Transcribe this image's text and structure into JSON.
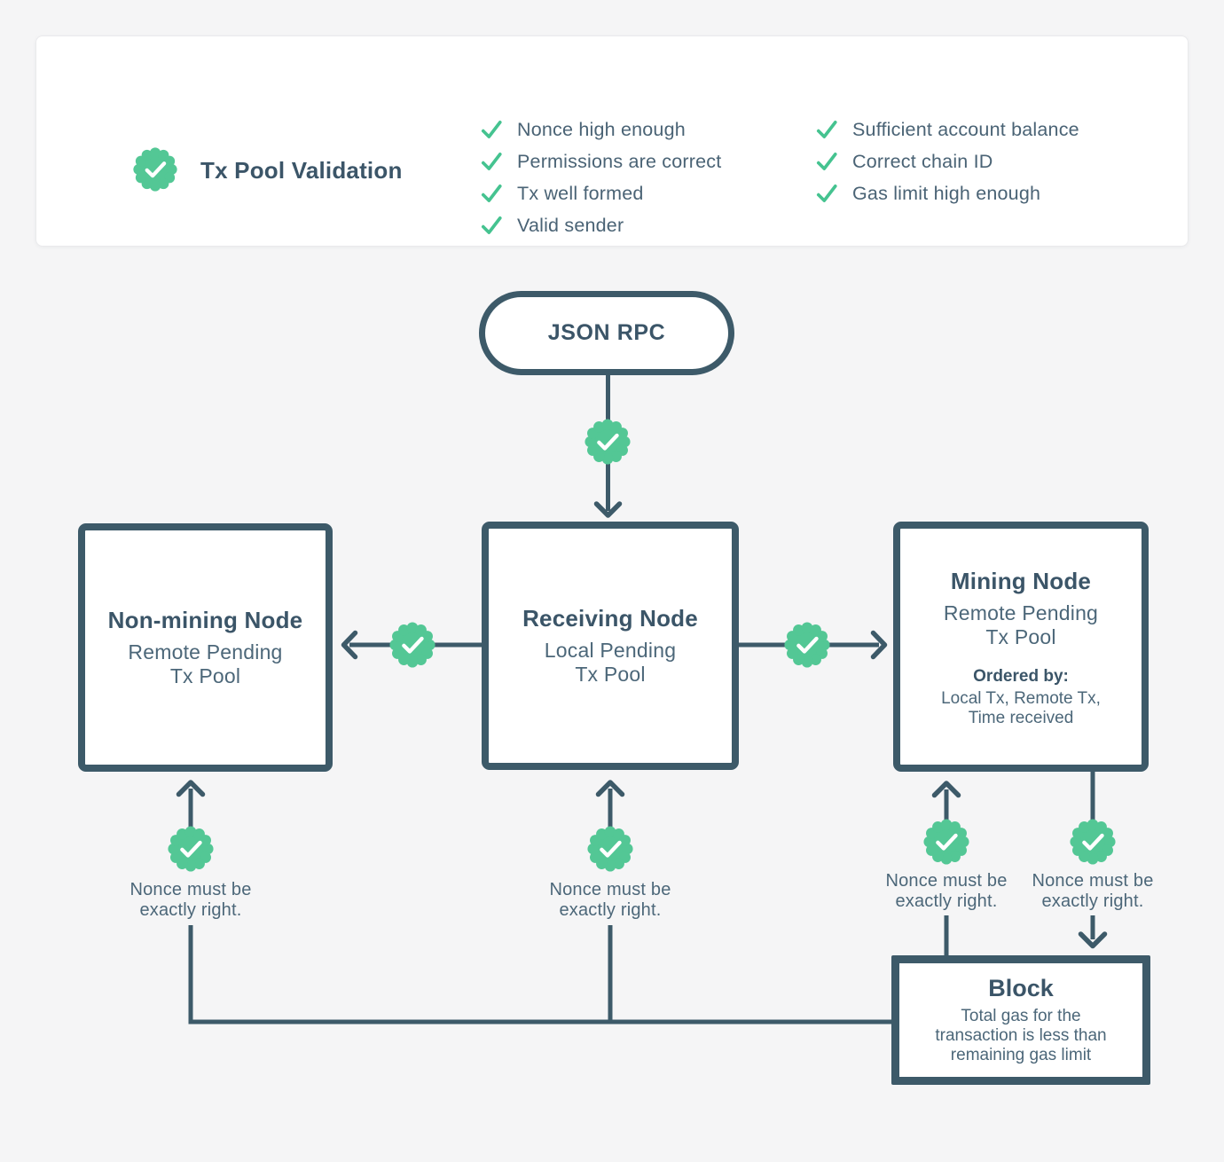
{
  "colors": {
    "accent_green": "#53c795",
    "slate": "#3d5a69",
    "background": "#f5f5f6",
    "card_background": "#ffffff"
  },
  "validation_card": {
    "title": "Tx Pool Validation",
    "checks_left": [
      "Nonce high enough",
      "Permissions are correct",
      "Tx well formed",
      "Valid sender"
    ],
    "checks_right": [
      "Sufficient account balance",
      "Correct chain ID",
      "Gas limit high enough"
    ]
  },
  "flow": {
    "json_rpc_label": "JSON RPC",
    "non_mining_node": {
      "title": "Non-mining Node",
      "subtitle_lines": [
        "Remote Pending",
        "Tx Pool"
      ]
    },
    "receiving_node": {
      "title": "Receiving Node",
      "subtitle_lines": [
        "Local Pending",
        "Tx Pool"
      ]
    },
    "mining_node": {
      "title": "Mining Node",
      "subtitle_lines": [
        "Remote Pending",
        "Tx Pool"
      ],
      "ordered_by_label": "Ordered by:",
      "ordered_by_lines": [
        "Local Tx, Remote Tx,",
        "Time received"
      ]
    },
    "block": {
      "title": "Block",
      "body_lines": [
        "Total gas for the",
        "transaction is less than",
        "remaining gas limit"
      ]
    },
    "nonce_note_lines": [
      "Nonce must be",
      "exactly right."
    ]
  }
}
